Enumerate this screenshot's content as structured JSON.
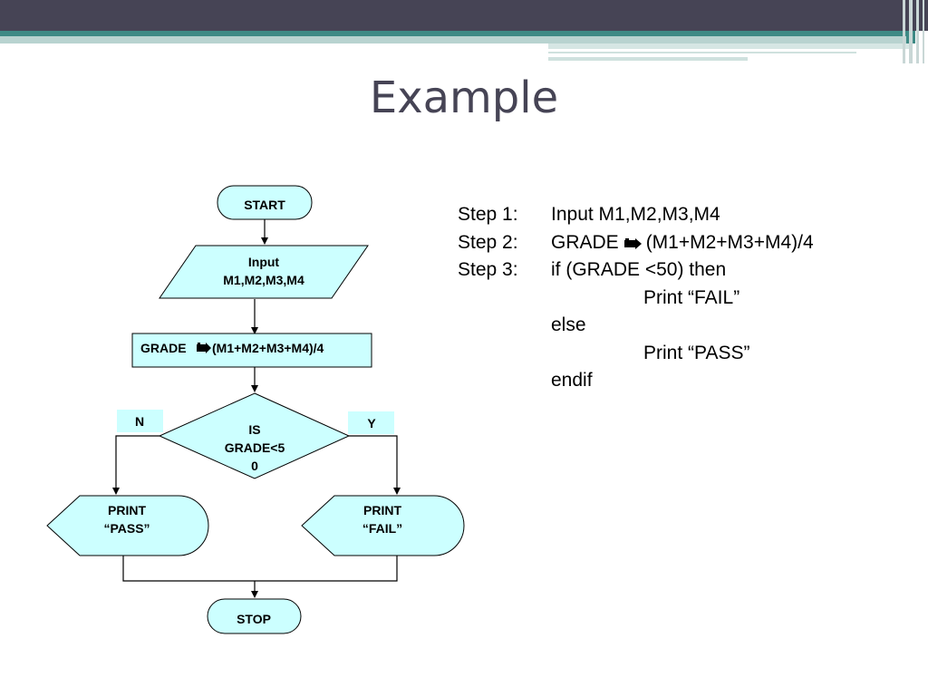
{
  "slide": {
    "title": "Example"
  },
  "flowchart": {
    "start": "START",
    "input_line1": "Input",
    "input_line2": "M1,M2,M3,M4",
    "process_left": "GRADE",
    "process_right": "(M1+M2+M3+M4)/4",
    "decision_line1": "IS",
    "decision_line2": "GRADE<5",
    "decision_line3": "0",
    "no_label": "N",
    "yes_label": "Y",
    "pass_line1": "PRINT",
    "pass_line2": "“PASS”",
    "fail_line1": "PRINT",
    "fail_line2": "“FAIL”",
    "stop": "STOP"
  },
  "pseudocode": {
    "step1_label": "Step 1:",
    "step1_text": "Input M1,M2,M3,M4",
    "step2_label": "Step 2:",
    "step2_left": "GRADE",
    "step2_right": "(M1+M2+M3+M4)/4",
    "step3_label": "Step 3:",
    "step3_text": "if (GRADE <50) then",
    "print_fail": "Print “FAIL”",
    "else_text": "else",
    "print_pass": "Print “PASS”",
    "endif_text": "endif"
  },
  "colors": {
    "shape_fill": "#ccffff",
    "label_fill": "#ccffff",
    "header_dark": "#464455",
    "header_teal": "#3e8a85"
  }
}
